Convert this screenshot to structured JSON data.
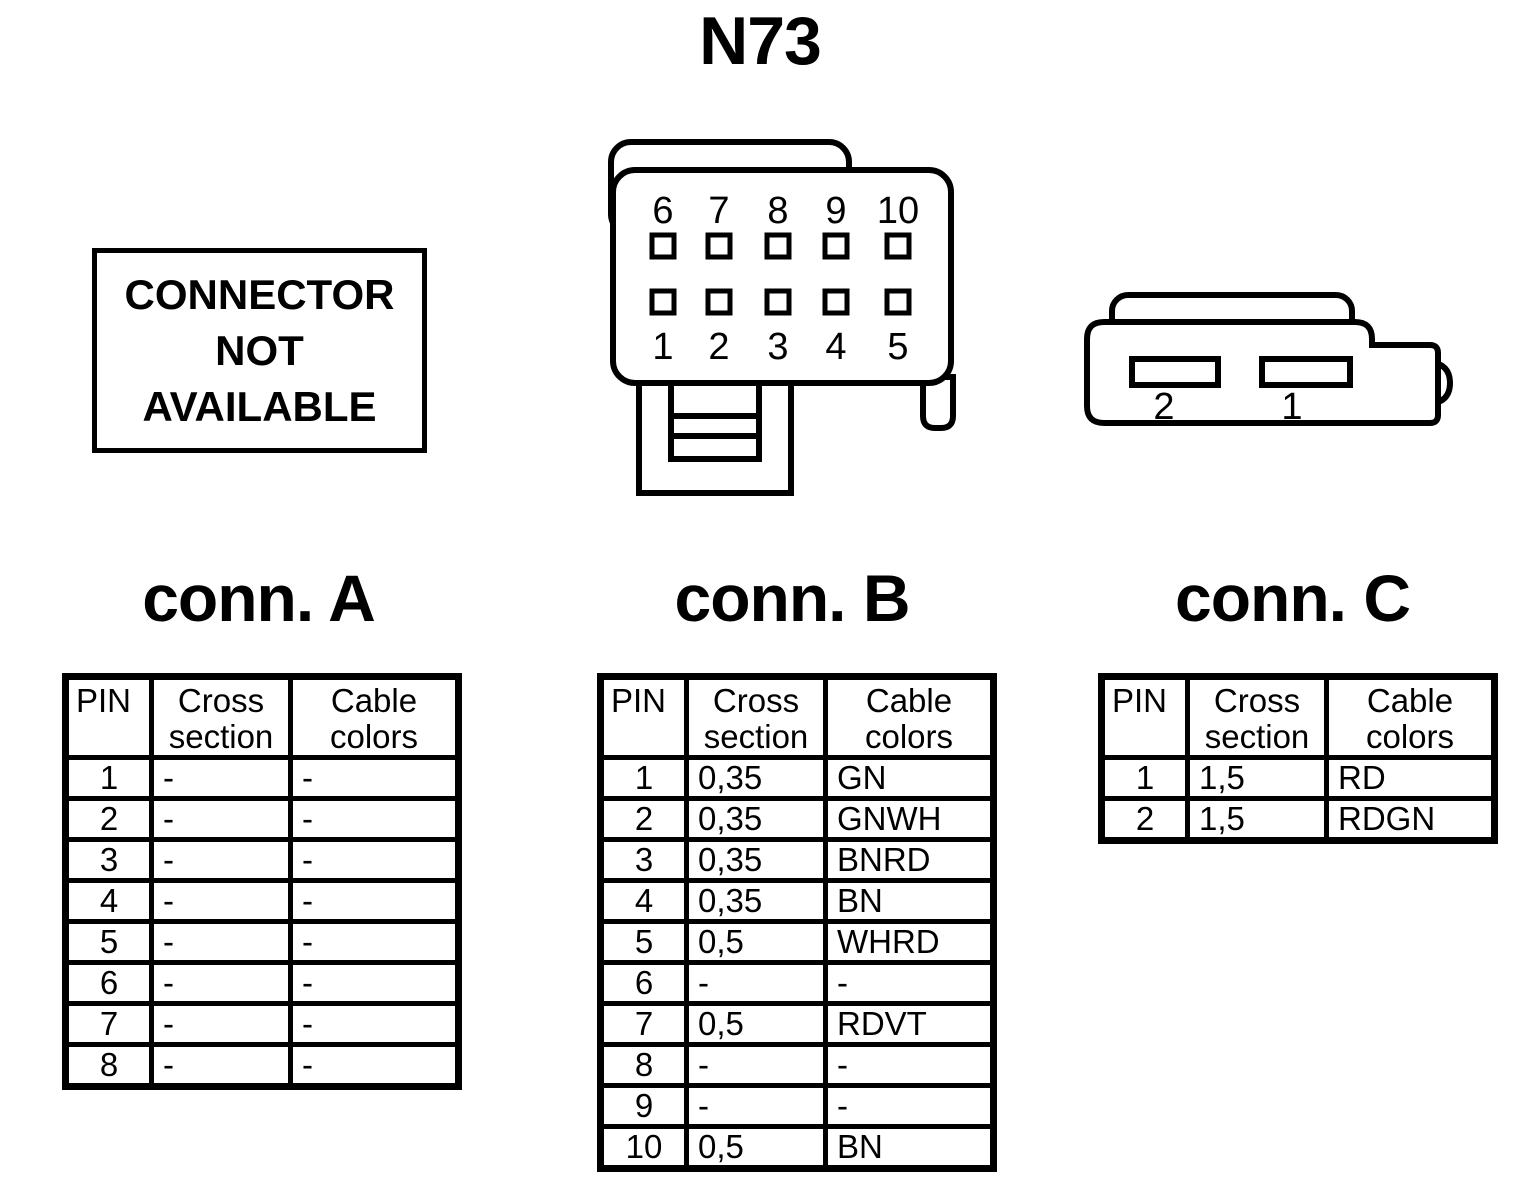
{
  "title": "N73",
  "placeholder_box": {
    "line1": "CONNECTOR",
    "line2": "NOT",
    "line3": "AVAILABLE"
  },
  "diagram_colors": {
    "line": "#000000",
    "background": "#ffffff"
  },
  "connector_b_diagram": {
    "pins_top": [
      "6",
      "7",
      "8",
      "9",
      "10"
    ],
    "pins_bottom": [
      "1",
      "2",
      "3",
      "4",
      "5"
    ]
  },
  "connector_c_diagram": {
    "pin_left": "2",
    "pin_right": "1"
  },
  "tables": {
    "a": {
      "title": "conn. A",
      "headers": {
        "pin": "PIN",
        "cross": "Cross section",
        "colors": "Cable colors"
      },
      "rows": [
        {
          "pin": "1",
          "cross": "-",
          "colors": "-"
        },
        {
          "pin": "2",
          "cross": "-",
          "colors": "-"
        },
        {
          "pin": "3",
          "cross": "-",
          "colors": "-"
        },
        {
          "pin": "4",
          "cross": "-",
          "colors": "-"
        },
        {
          "pin": "5",
          "cross": "-",
          "colors": "-"
        },
        {
          "pin": "6",
          "cross": "-",
          "colors": "-"
        },
        {
          "pin": "7",
          "cross": "-",
          "colors": "-"
        },
        {
          "pin": "8",
          "cross": "-",
          "colors": "-"
        }
      ]
    },
    "b": {
      "title": "conn. B",
      "headers": {
        "pin": "PIN",
        "cross": "Cross section",
        "colors": "Cable colors"
      },
      "rows": [
        {
          "pin": "1",
          "cross": "0,35",
          "colors": "GN"
        },
        {
          "pin": "2",
          "cross": "0,35",
          "colors": "GNWH"
        },
        {
          "pin": "3",
          "cross": "0,35",
          "colors": "BNRD"
        },
        {
          "pin": "4",
          "cross": "0,35",
          "colors": "BN"
        },
        {
          "pin": "5",
          "cross": "0,5",
          "colors": "WHRD"
        },
        {
          "pin": "6",
          "cross": "-",
          "colors": "-"
        },
        {
          "pin": "7",
          "cross": "0,5",
          "colors": "RDVT"
        },
        {
          "pin": "8",
          "cross": "-",
          "colors": "-"
        },
        {
          "pin": "9",
          "cross": "-",
          "colors": "-"
        },
        {
          "pin": "10",
          "cross": "0,5",
          "colors": "BN"
        }
      ]
    },
    "c": {
      "title": "conn. C",
      "headers": {
        "pin": "PIN",
        "cross": "Cross section",
        "colors": "Cable colors"
      },
      "rows": [
        {
          "pin": "1",
          "cross": "1,5",
          "colors": "RD"
        },
        {
          "pin": "2",
          "cross": "1,5",
          "colors": "RDGN"
        }
      ]
    }
  }
}
